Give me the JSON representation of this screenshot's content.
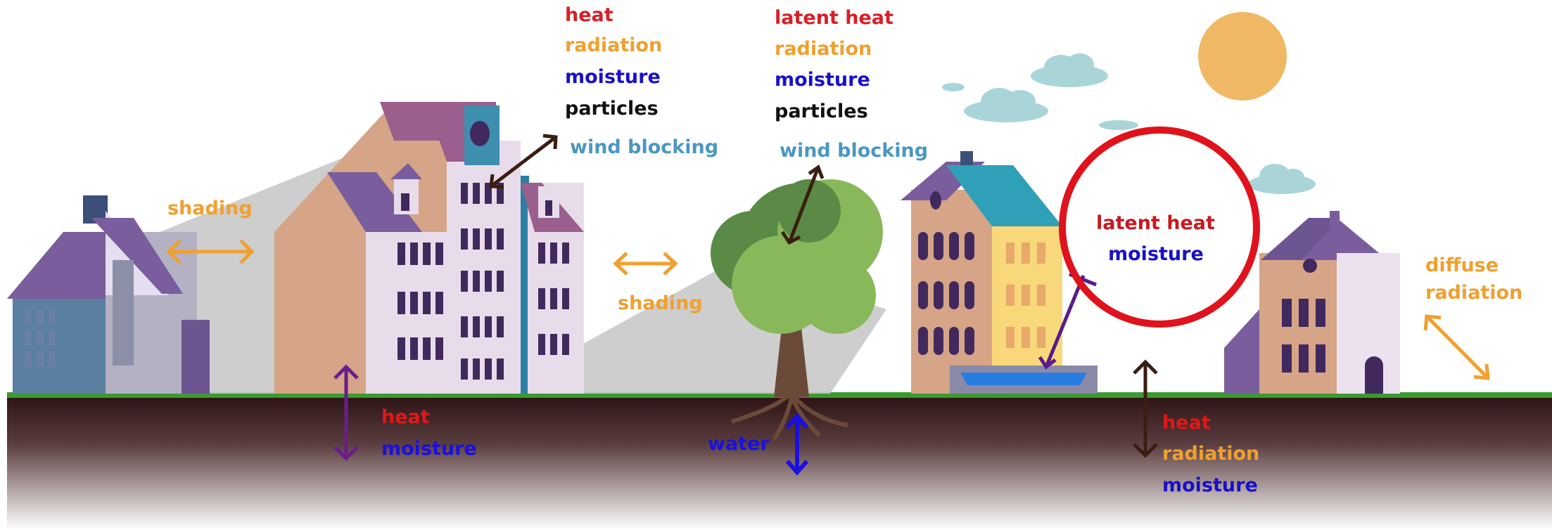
{
  "colors": {
    "red": "#d81f26",
    "orange": "#f0a030",
    "blue": "#1a10c8",
    "black": "#111111",
    "teal": "#4a98c0",
    "ground": "#2f1416",
    "grass": "#3a9a2f",
    "sun": "#f0b865",
    "cloud": "#a9d5d8",
    "highlight-circle": "#e0121c"
  },
  "labels": {
    "tall_building": {
      "l1": "heat",
      "l2": "radiation",
      "l3": "moisture",
      "l4": "particles",
      "l5": "wind blocking"
    },
    "tree": {
      "l1": "latent heat",
      "l2": "radiation",
      "l3": "moisture",
      "l4": "particles",
      "l5": "wind blocking"
    },
    "shading_left": "shading",
    "shading_right": "shading",
    "soil_building": {
      "l1": "heat",
      "l2": "moisture"
    },
    "water": "water",
    "pond": {
      "l1": "latent heat",
      "l2": "moisture"
    },
    "soil_right": {
      "l1": "heat",
      "l2": "radiation",
      "l3": "moisture"
    },
    "diffuse": {
      "l1": "diffuse",
      "l2": "radiation"
    }
  }
}
